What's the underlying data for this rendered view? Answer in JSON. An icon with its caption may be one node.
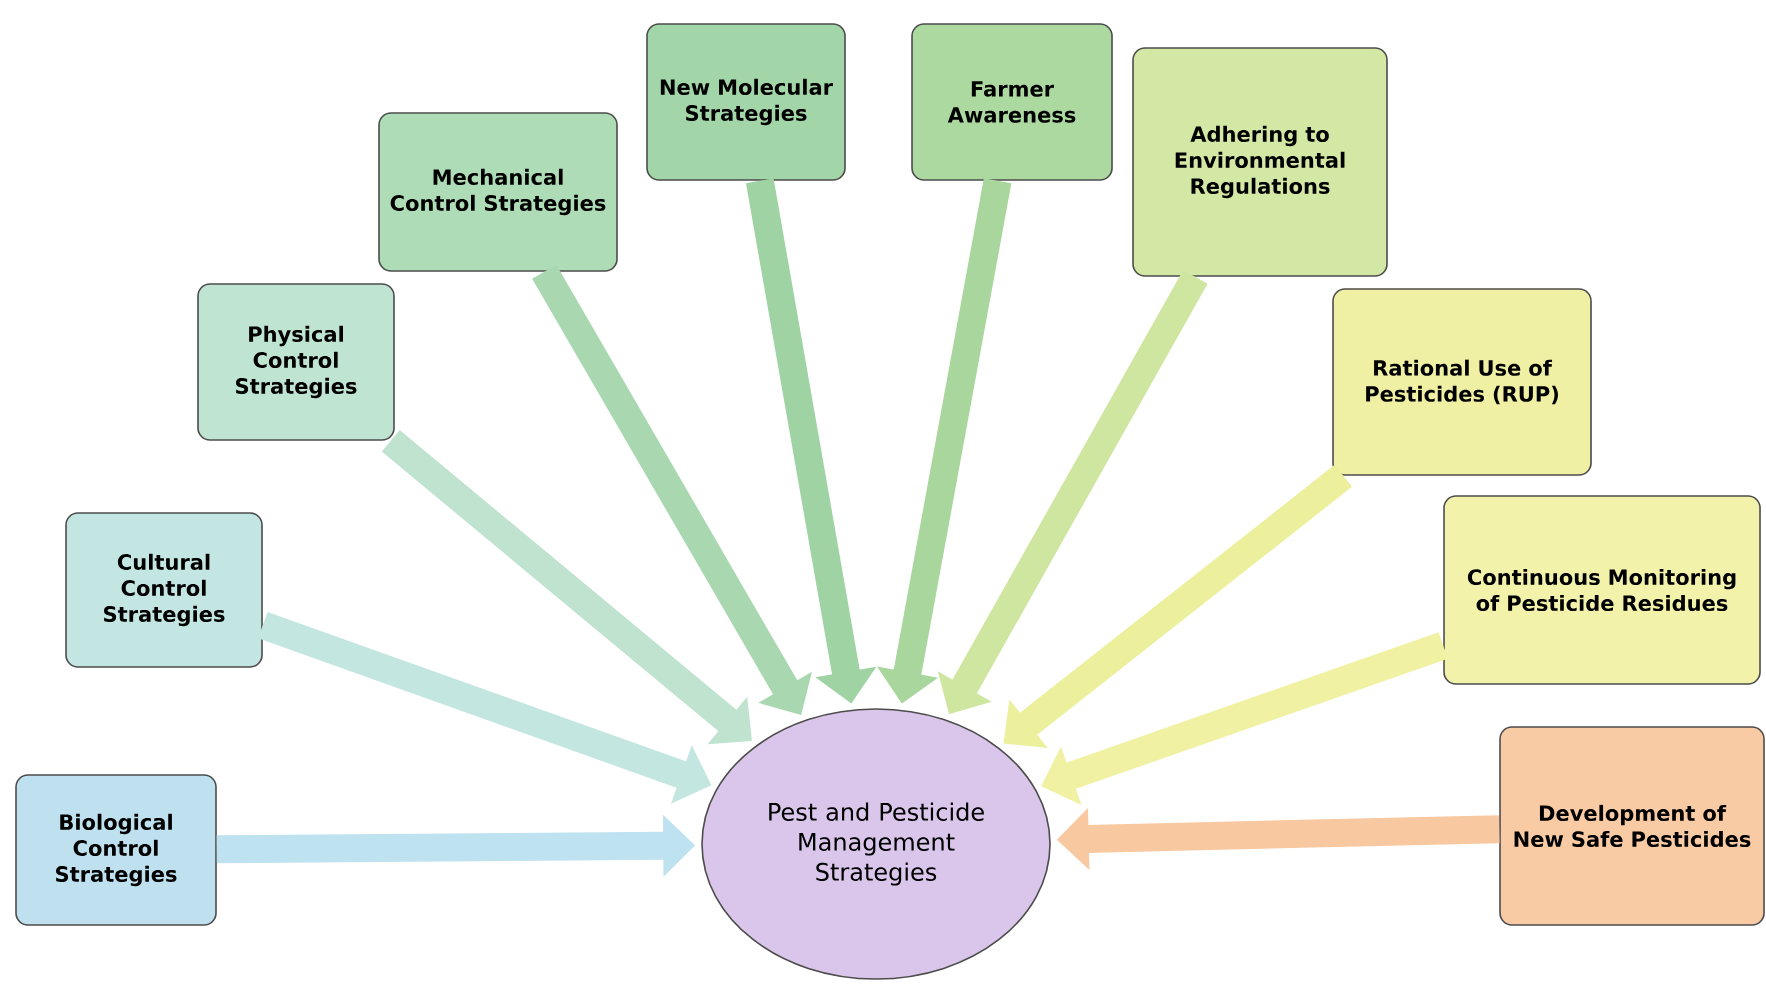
{
  "diagram": {
    "nodes": [
      {
        "text": [
          "Pest and Pesticide Management Strategies"
        ]
      },
      {
        "text": [
          "Biological Control Strategies"
        ]
      },
      {
        "text": [
          "Cultural Control Strategies"
        ]
      },
      {
        "text": [
          "Physical Control Strategies"
        ]
      },
      {
        "text": [
          "Mechanical Control Strategies"
        ]
      },
      {
        "text": [
          "New Molecular Strategies"
        ]
      },
      {
        "text": [
          "Farmer Awareness"
        ]
      },
      {
        "text": [
          "Adhering to Environmental Regulations"
        ]
      },
      {
        "text": [
          "Rational Use of Pesticides (RUP)"
        ]
      },
      {
        "text": [
          "Continuous Monitoring of Pesticide Residues"
        ]
      },
      {
        "text": [
          "Development of New Safe Pesticides"
        ]
      }
    ],
    "edges": [
      {
        "from": 1,
        "to": 0,
        "arrow": "to",
        "color": "#bfe2f0"
      },
      {
        "from": 2,
        "to": 0,
        "arrow": "to",
        "color": "#c3e6e0"
      },
      {
        "from": 3,
        "to": 0,
        "arrow": "to",
        "color": "#bfe3cf"
      },
      {
        "from": 4,
        "to": 0,
        "arrow": "to",
        "color": "#a9d8b0"
      },
      {
        "from": 5,
        "to": 0,
        "arrow": "to",
        "color": "#9fd3a3"
      },
      {
        "from": 6,
        "to": 0,
        "arrow": "to",
        "color": "#a8d69c"
      },
      {
        "from": 7,
        "to": 0,
        "arrow": "to",
        "color": "#cfe6a0"
      },
      {
        "from": 8,
        "to": 0,
        "arrow": "to",
        "color": "#ecef9c"
      },
      {
        "from": 9,
        "to": 0,
        "arrow": "to",
        "color": "#f1f1a4"
      },
      {
        "from": 10,
        "to": 0,
        "arrow": "to",
        "color": "#f8c9a0"
      }
    ]
  }
}
